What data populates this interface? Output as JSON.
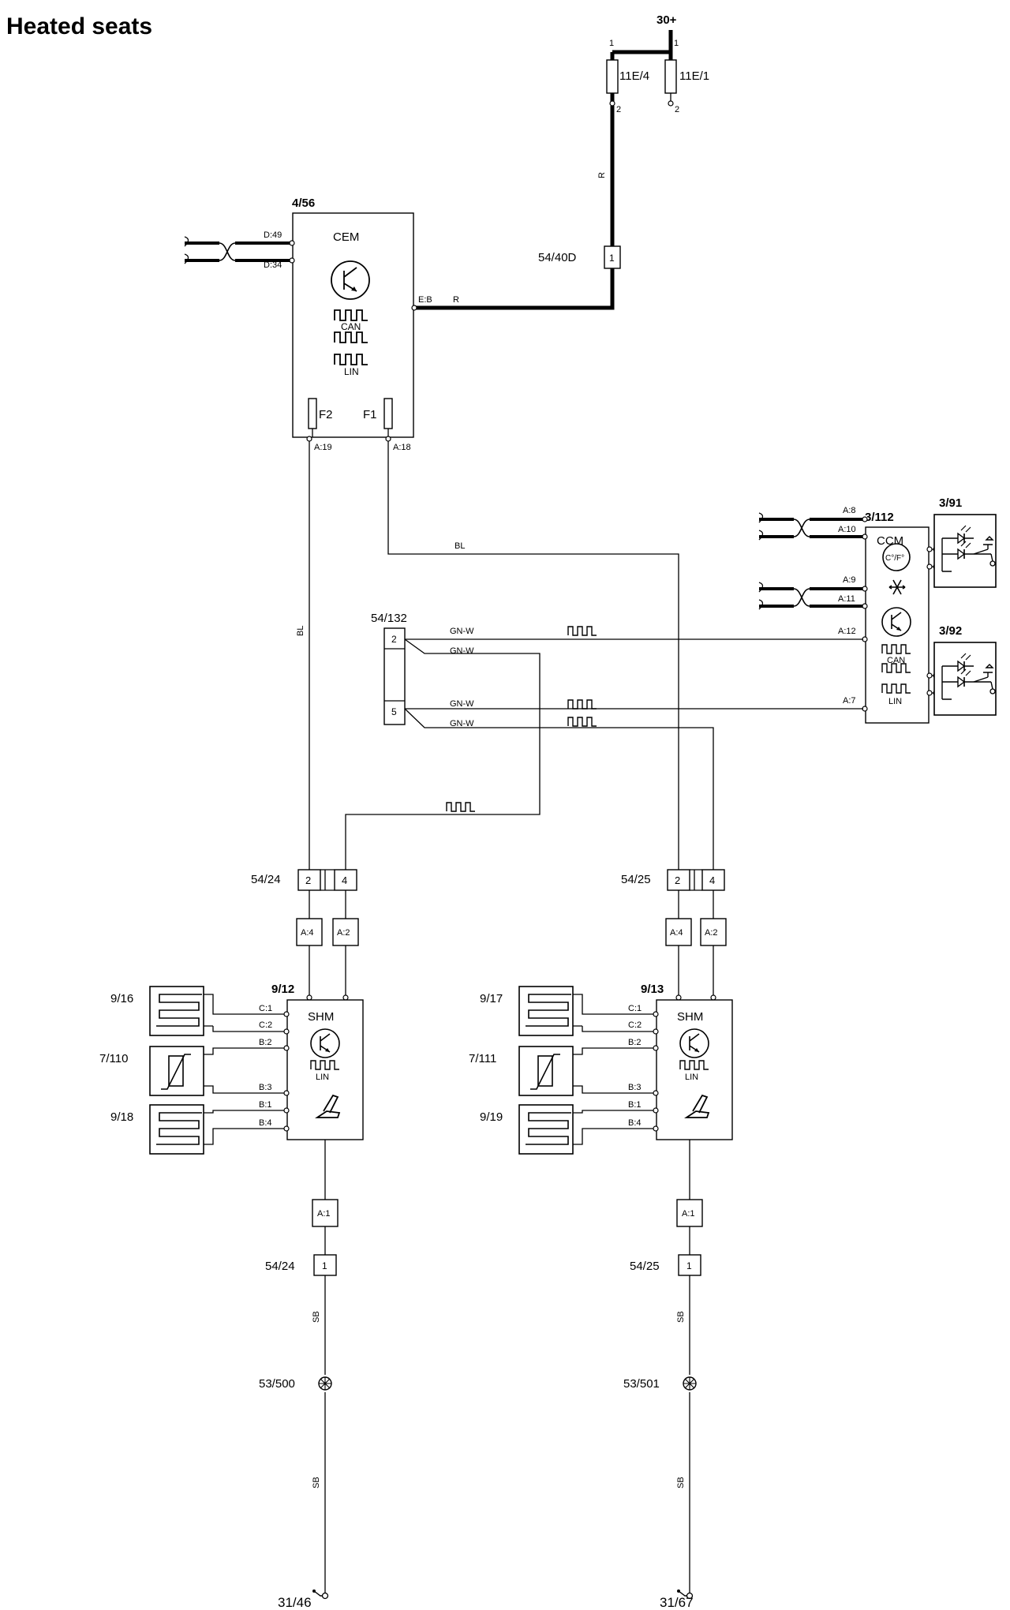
{
  "title": "Heated seats",
  "supply": {
    "label": "30+",
    "fuse_left": "11E/4",
    "fuse_right": "11E/1",
    "pin1": "1",
    "pin2": "2"
  },
  "cem": {
    "ref": "4/56",
    "name": "CEM",
    "can": "CAN",
    "lin": "LIN",
    "fuse_f2": "F2",
    "fuse_f1": "F1",
    "pins": {
      "d49": "D:49",
      "d34": "D:34",
      "eb": "E:B",
      "a19": "A:19",
      "a18": "A:18"
    }
  },
  "conn_5440d": {
    "ref": "54/40D",
    "pin": "1"
  },
  "ccm": {
    "ref": "3/112",
    "name": "CCM",
    "temp_unit": "C°/F°",
    "can": "CAN",
    "lin": "LIN",
    "pins": {
      "a8": "A:8",
      "a10": "A:10",
      "a9": "A:9",
      "a11": "A:11",
      "a12": "A:12",
      "a7": "A:7"
    }
  },
  "switch_391": {
    "ref": "3/91"
  },
  "switch_392": {
    "ref": "3/92"
  },
  "conn_54132": {
    "ref": "54/132",
    "pin2": "2",
    "pin5": "5"
  },
  "wire_colors": {
    "r": "R",
    "bl": "BL",
    "gnw": "GN-W",
    "sb": "SB"
  },
  "left_seat": {
    "conn": "54/24",
    "pin2": "2",
    "pin4": "4",
    "a4": "A:4",
    "a2": "A:2",
    "shm_ref": "9/12",
    "shm": "SHM",
    "lin": "LIN",
    "heater_back": "9/16",
    "sensor": "7/110",
    "heater_cushion": "9/18",
    "pins": {
      "c1": "C:1",
      "c2": "C:2",
      "b2": "B:2",
      "b3": "B:3",
      "b1": "B:1",
      "b4": "B:4"
    },
    "a1": "A:1",
    "ground_conn": "54/24",
    "ground_conn_pin": "1",
    "splice": "53/500",
    "ground": "31/46"
  },
  "right_seat": {
    "conn": "54/25",
    "pin2": "2",
    "pin4": "4",
    "a4": "A:4",
    "a2": "A:2",
    "shm_ref": "9/13",
    "shm": "SHM",
    "lin": "LIN",
    "heater_back": "9/17",
    "sensor": "7/111",
    "heater_cushion": "9/19",
    "pins": {
      "c1": "C:1",
      "c2": "C:2",
      "b2": "B:2",
      "b3": "B:3",
      "b1": "B:1",
      "b4": "B:4"
    },
    "a1": "A:1",
    "ground_conn": "54/25",
    "ground_conn_pin": "1",
    "splice": "53/501",
    "ground": "31/67"
  }
}
